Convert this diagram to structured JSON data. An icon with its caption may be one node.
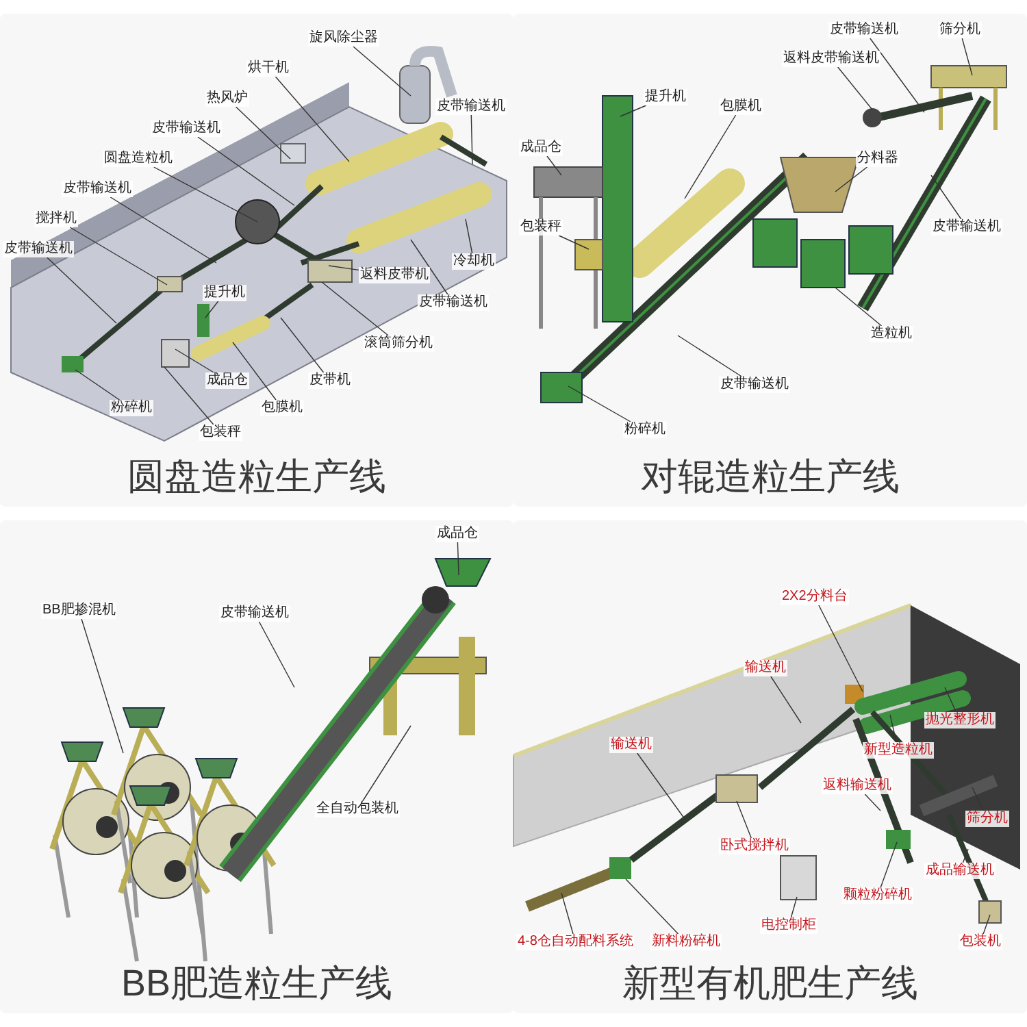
{
  "diagram": {
    "nodes": [
      {
        "text": [
          "圆盘造粒生产线"
        ]
      },
      {
        "text": [
          "旋风除尘器"
        ],
        "in": 0
      },
      {
        "text": [
          "烘干机"
        ],
        "in": 0
      },
      {
        "text": [
          "皮带输送机"
        ],
        "in": 0
      },
      {
        "text": [
          "热风炉"
        ],
        "in": 0
      },
      {
        "text": [
          "皮带输送机"
        ],
        "in": 0
      },
      {
        "text": [
          "圆盘造粒机"
        ],
        "in": 0
      },
      {
        "text": [
          "皮带输送机"
        ],
        "in": 0
      },
      {
        "text": [
          "搅拌机"
        ],
        "in": 0
      },
      {
        "text": [
          "皮带输送机"
        ],
        "in": 0
      },
      {
        "text": [
          "返料皮带机"
        ],
        "in": 0
      },
      {
        "text": [
          "冷却机"
        ],
        "in": 0
      },
      {
        "text": [
          "提升机"
        ],
        "in": 0
      },
      {
        "text": [
          "皮带输送机"
        ],
        "in": 0
      },
      {
        "text": [
          "成品仓"
        ],
        "in": 0
      },
      {
        "text": [
          "滚筒筛分机"
        ],
        "in": 0
      },
      {
        "text": [
          "皮带机"
        ],
        "in": 0
      },
      {
        "text": [
          "粉碎机"
        ],
        "in": 0
      },
      {
        "text": [
          "包膜机"
        ],
        "in": 0
      },
      {
        "text": [
          "包装秤"
        ],
        "in": 0
      },
      {
        "text": [
          "对辊造粒生产线"
        ]
      },
      {
        "text": [
          "筛分机"
        ],
        "in": 20
      },
      {
        "text": [
          "皮带输送机"
        ],
        "in": 20
      },
      {
        "text": [
          "返料皮带输送机"
        ],
        "in": 20
      },
      {
        "text": [
          "提升机"
        ],
        "in": 20
      },
      {
        "text": [
          "包膜机"
        ],
        "in": 20
      },
      {
        "text": [
          "成品仓"
        ],
        "in": 20
      },
      {
        "text": [
          "分料器"
        ],
        "in": 20
      },
      {
        "text": [
          "皮带输送机"
        ],
        "in": 20
      },
      {
        "text": [
          "包装秤"
        ],
        "in": 20
      },
      {
        "text": [
          "造粒机"
        ],
        "in": 20
      },
      {
        "text": [
          "皮带输送机"
        ],
        "in": 20
      },
      {
        "text": [
          "粉碎机"
        ],
        "in": 20
      },
      {
        "text": [
          "BB肥造粒生产线"
        ]
      },
      {
        "text": [
          "成品仓"
        ],
        "in": 33
      },
      {
        "text": [
          "BB肥掺混机"
        ],
        "in": 33
      },
      {
        "text": [
          "皮带输送机"
        ],
        "in": 33
      },
      {
        "text": [
          "全自动包装机"
        ],
        "in": 33
      },
      {
        "text": [
          "新型有机肥生产线"
        ]
      },
      {
        "text": [
          "2X2分料台"
        ],
        "in": 38
      },
      {
        "text": [
          "输送机"
        ],
        "in": 38
      },
      {
        "text": [
          "抛光整形机"
        ],
        "in": 38
      },
      {
        "text": [
          "输送机"
        ],
        "in": 38
      },
      {
        "text": [
          "新型造粒机"
        ],
        "in": 38
      },
      {
        "text": [
          "返料输送机"
        ],
        "in": 38
      },
      {
        "text": [
          "筛分机"
        ],
        "in": 38
      },
      {
        "text": [
          "卧式搅拌机"
        ],
        "in": 38
      },
      {
        "text": [
          "成品输送机"
        ],
        "in": 38
      },
      {
        "text": [
          "颗粒粉碎机"
        ],
        "in": 38
      },
      {
        "text": [
          "电控制柜"
        ],
        "in": 38
      },
      {
        "text": [
          "4-8仓自动配料系统"
        ],
        "in": 38
      },
      {
        "text": [
          "新料粉碎机"
        ],
        "in": 38
      },
      {
        "text": [
          "包装机"
        ],
        "in": 38
      }
    ],
    "edges": [
      {
        "from": 1,
        "to": null,
        "arrow": "none"
      },
      {
        "from": 2,
        "to": null,
        "arrow": "none"
      },
      {
        "from": 3,
        "to": null,
        "arrow": "none"
      },
      {
        "from": 4,
        "to": null,
        "arrow": "none"
      },
      {
        "from": 5,
        "to": null,
        "arrow": "none"
      },
      {
        "from": 6,
        "to": null,
        "arrow": "none"
      },
      {
        "from": 7,
        "to": null,
        "arrow": "none"
      },
      {
        "from": 8,
        "to": null,
        "arrow": "none"
      },
      {
        "from": 9,
        "to": null,
        "arrow": "none"
      },
      {
        "from": 10,
        "to": null,
        "arrow": "none"
      },
      {
        "from": 11,
        "to": null,
        "arrow": "none"
      },
      {
        "from": 12,
        "to": null,
        "arrow": "none"
      },
      {
        "from": 13,
        "to": null,
        "arrow": "none"
      },
      {
        "from": 14,
        "to": null,
        "arrow": "none"
      },
      {
        "from": 15,
        "to": null,
        "arrow": "none"
      },
      {
        "from": 16,
        "to": null,
        "arrow": "none"
      },
      {
        "from": 17,
        "to": null,
        "arrow": "none"
      },
      {
        "from": 18,
        "to": null,
        "arrow": "none"
      },
      {
        "from": 19,
        "to": null,
        "arrow": "none"
      },
      {
        "from": 21,
        "to": null,
        "arrow": "none"
      },
      {
        "from": 22,
        "to": null,
        "arrow": "none"
      },
      {
        "from": 23,
        "to": null,
        "arrow": "none"
      },
      {
        "from": 24,
        "to": null,
        "arrow": "none"
      },
      {
        "from": 25,
        "to": null,
        "arrow": "none"
      },
      {
        "from": 26,
        "to": null,
        "arrow": "none"
      },
      {
        "from": 27,
        "to": null,
        "arrow": "none"
      },
      {
        "from": 28,
        "to": null,
        "arrow": "none"
      },
      {
        "from": 29,
        "to": null,
        "arrow": "none"
      },
      {
        "from": 30,
        "to": null,
        "arrow": "none"
      },
      {
        "from": 31,
        "to": null,
        "arrow": "none"
      },
      {
        "from": 32,
        "to": null,
        "arrow": "none"
      },
      {
        "from": 34,
        "to": null,
        "arrow": "none"
      },
      {
        "from": 35,
        "to": null,
        "arrow": "none"
      },
      {
        "from": 36,
        "to": null,
        "arrow": "none"
      },
      {
        "from": 37,
        "to": null,
        "arrow": "none"
      },
      {
        "from": 39,
        "to": null,
        "arrow": "none"
      },
      {
        "from": 40,
        "to": null,
        "arrow": "none"
      },
      {
        "from": 41,
        "to": null,
        "arrow": "none"
      },
      {
        "from": 42,
        "to": null,
        "arrow": "none"
      },
      {
        "from": 43,
        "to": null,
        "arrow": "none"
      },
      {
        "from": 44,
        "to": null,
        "arrow": "none"
      },
      {
        "from": 45,
        "to": null,
        "arrow": "none"
      },
      {
        "from": 46,
        "to": null,
        "arrow": "none"
      },
      {
        "from": 47,
        "to": null,
        "arrow": "none"
      },
      {
        "from": 48,
        "to": null,
        "arrow": "none"
      },
      {
        "from": 49,
        "to": null,
        "arrow": "none"
      },
      {
        "from": 50,
        "to": null,
        "arrow": "none"
      },
      {
        "from": 51,
        "to": null,
        "arrow": "none"
      },
      {
        "from": 52,
        "to": null,
        "arrow": "none"
      }
    ]
  }
}
